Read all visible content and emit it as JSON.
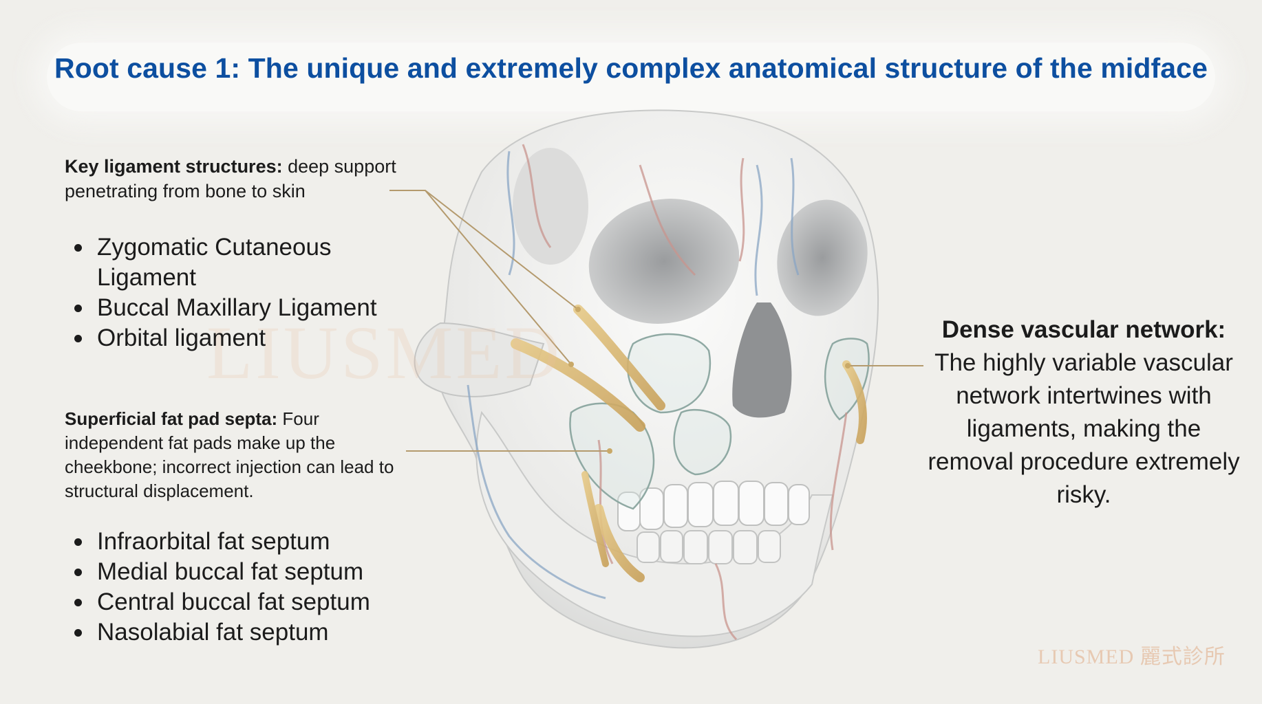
{
  "title": "Root cause 1: The unique and extremely complex anatomical structure of the midface",
  "ligaments": {
    "heading": "Key ligament structures:",
    "description": " deep support penetrating from bone to skin",
    "items": [
      "Zygomatic Cutaneous Ligament",
      "Buccal Maxillary Ligament",
      "Orbital ligament"
    ]
  },
  "fat_pads": {
    "heading": "Superficial fat pad septa:",
    "description": " Four independent fat pads make up the cheekbone; incorrect injection can lead to structural displacement.",
    "items": [
      "Infraorbital fat septum",
      "Medial buccal fat septum",
      "Central buccal fat septum",
      "Nasolabial fat septum"
    ]
  },
  "vascular": {
    "heading": "Dense vascular network:",
    "description": "The highly variable vascular network intertwines with ligaments, making the removal procedure extremely risky."
  },
  "watermark": "LIUSMED 麗式診所",
  "colors": {
    "title": "#0d4fa0",
    "ligament": "#d8b66e",
    "artery": "#c8948e",
    "vein": "#8aa6c4",
    "bone": "#f6f6f4"
  }
}
